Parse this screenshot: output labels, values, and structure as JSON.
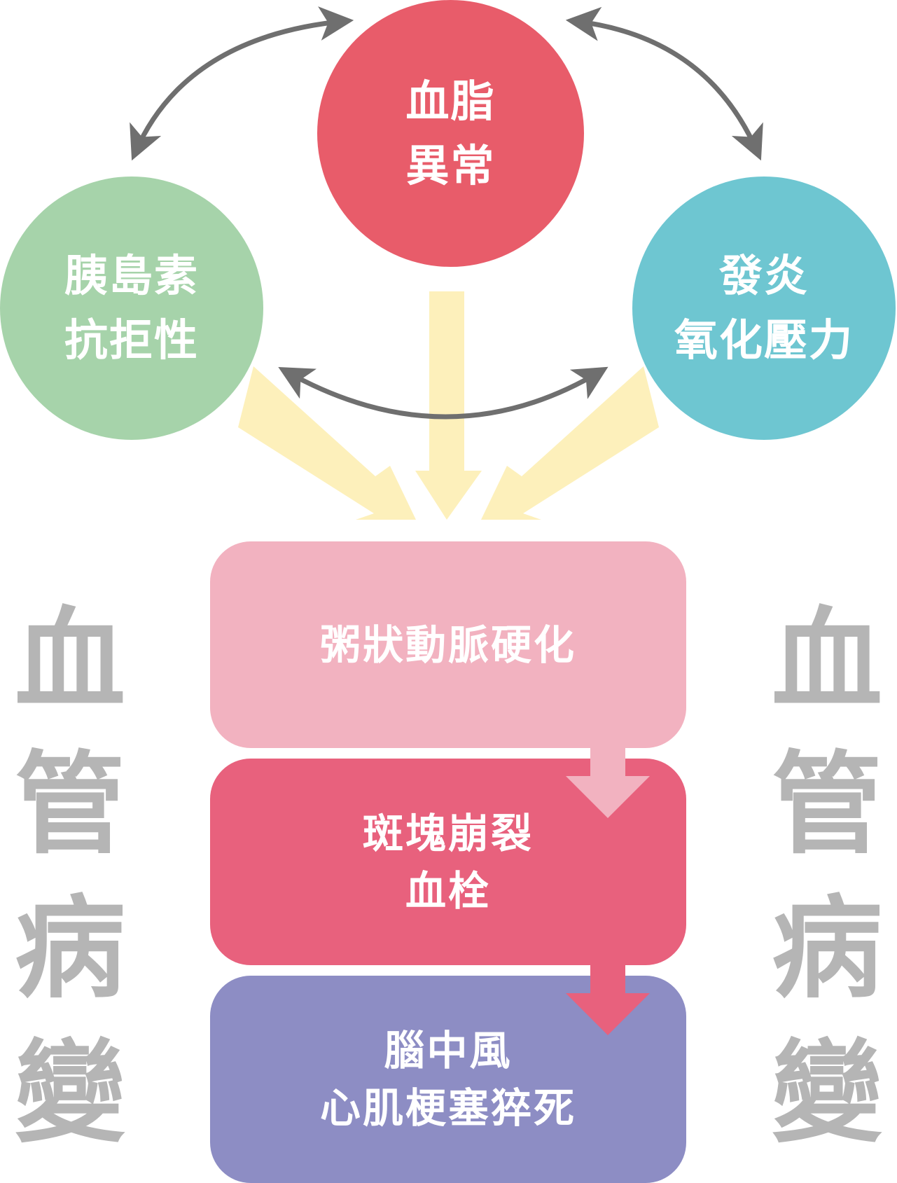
{
  "factors": {
    "lipid": {
      "line1": "血脂",
      "line2": "異常"
    },
    "insulin": {
      "line1": "胰島素",
      "line2": "抗拒性"
    },
    "inflammation": {
      "line1": "發炎",
      "line2": "氧化壓力"
    }
  },
  "stages": {
    "atherosclerosis": {
      "line1": "粥狀動脈硬化"
    },
    "plaque": {
      "line1": "斑塊崩裂",
      "line2": "血栓"
    },
    "outcome": {
      "line1": "腦中風",
      "line2": "心肌梗塞猝死"
    }
  },
  "side_labels": {
    "left": [
      "血",
      "管",
      "病",
      "變"
    ],
    "right": [
      "血",
      "管",
      "病",
      "變"
    ]
  },
  "colors": {
    "lipid": "#e85c6a",
    "insulin": "#a6d3aa",
    "inflammation": "#6ec6d1",
    "atherosclerosis": "#f2b2c0",
    "plaque": "#e8617d",
    "outcome": "#8d8dc4",
    "converge_arrow": "#fdf0bb",
    "cycle_arrow": "#6f6f6f",
    "side_text": "#b5b5b5"
  }
}
